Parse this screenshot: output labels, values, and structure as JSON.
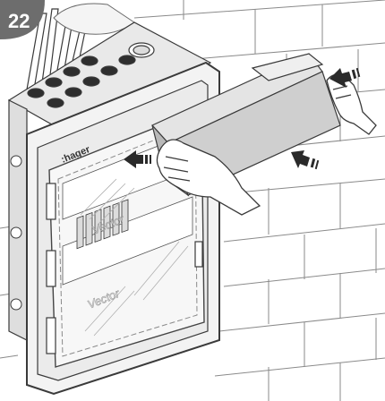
{
  "step": {
    "number": "22",
    "badge_color": "#6d6d6d"
  },
  "enclosure": {
    "brand": ":hager",
    "product_marks": [
      "Vector",
      "Vector"
    ]
  },
  "colors": {
    "line": "#3a3a3a",
    "wall_line": "#8a8a8a",
    "box_fill": "#cfcfcf",
    "box_side": "#b9b9b9",
    "arrow": "#2a2a2a"
  },
  "icons": [
    "push-arrow-icon",
    "push-arrow-icon",
    "push-arrow-icon"
  ]
}
